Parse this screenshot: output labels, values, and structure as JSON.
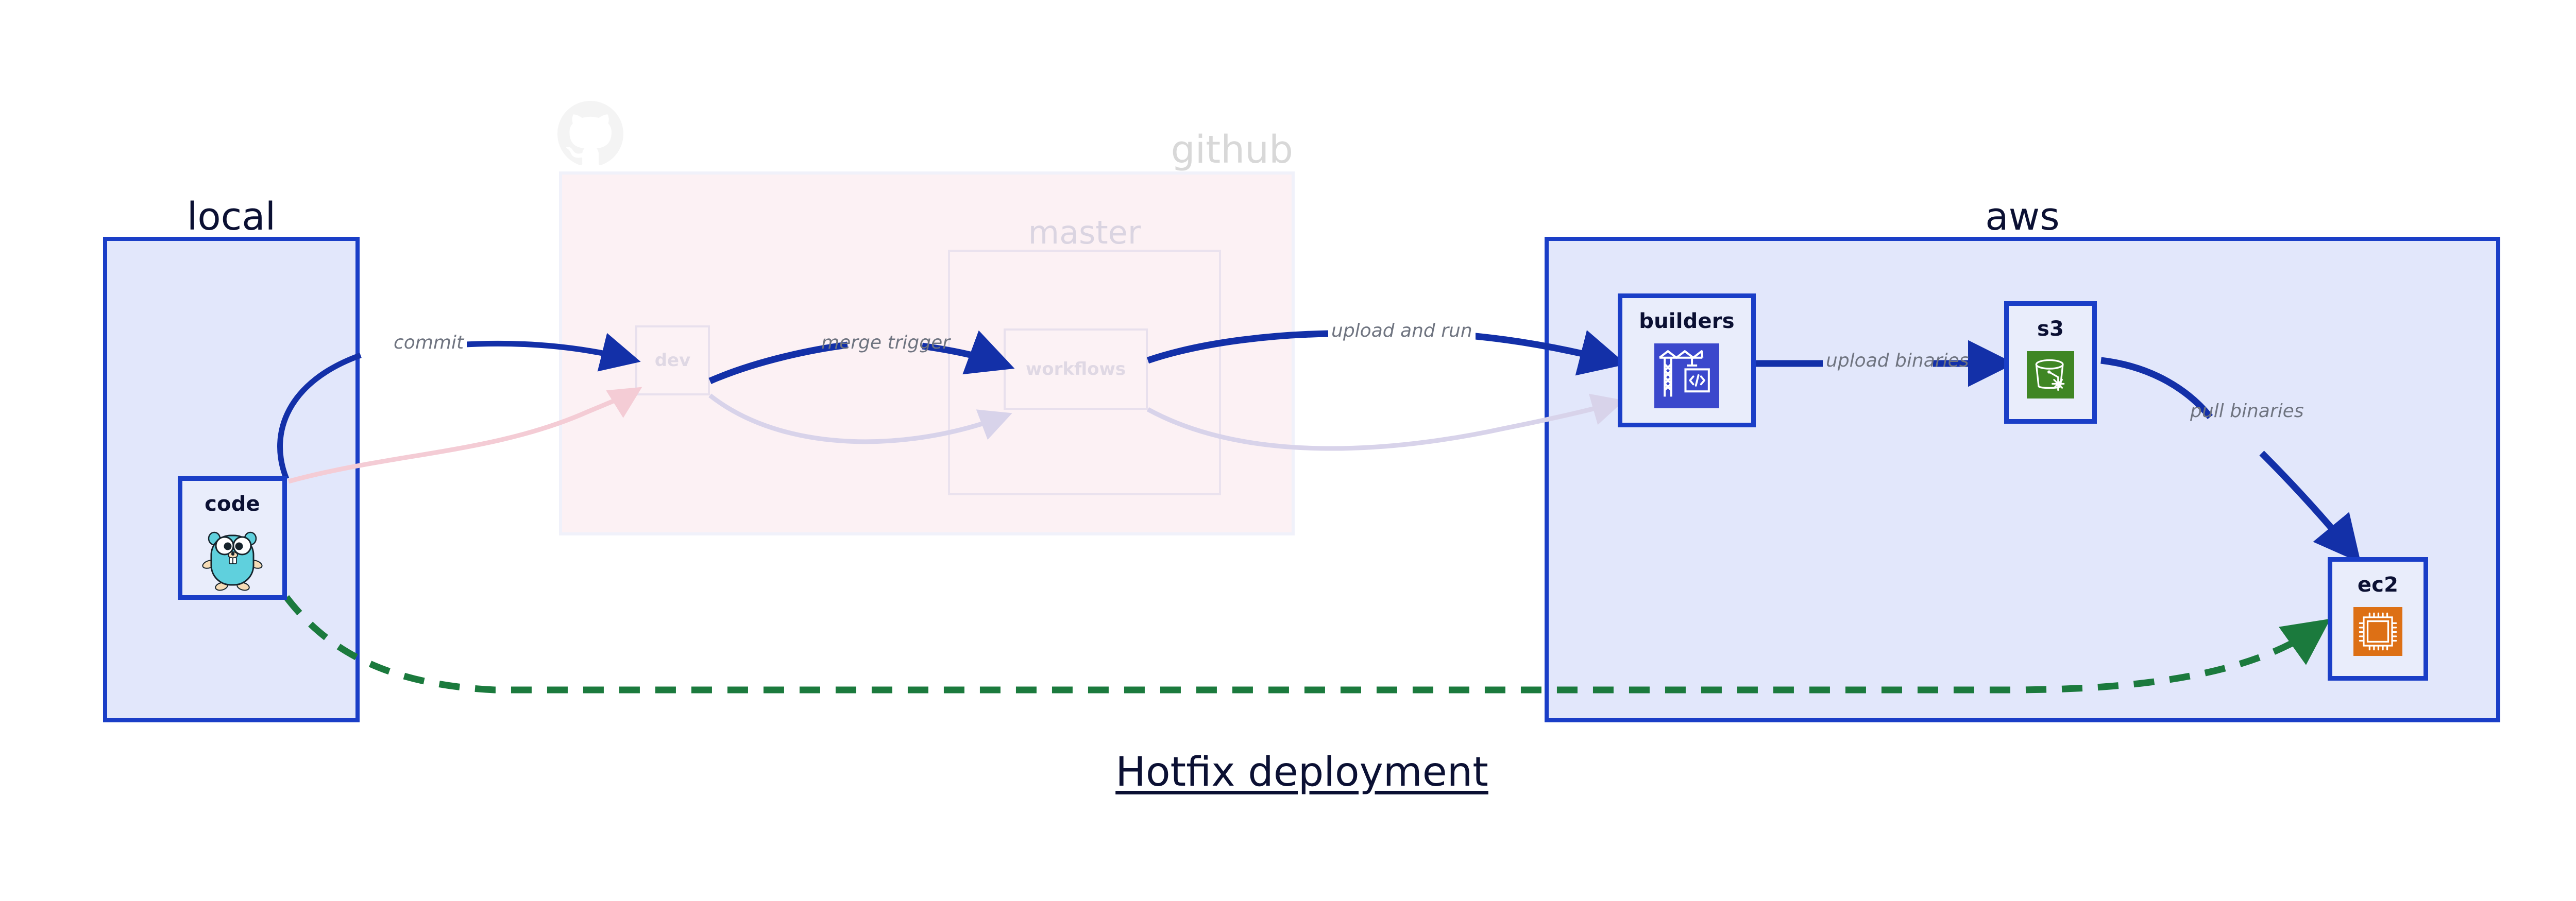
{
  "diagram": {
    "title": "Hotfix deployment",
    "colors": {
      "zone_border_blue": "#1a3ec7",
      "zone_fill_blue": "#e2e7fb",
      "zone_fill_pink": "#fae2e8",
      "edge_blue": "#1330a8",
      "edge_green": "#1b7a3d",
      "edge_label_gray": "#6f7480",
      "node_fill": "#e9edfb",
      "title_ink": "#0b1033",
      "aws_builders_icon_bg": "#3b48cc",
      "aws_s3_icon_bg": "#3f8624",
      "aws_ec2_icon_bg": "#dd7015",
      "gopher_body": "#5fd0dd"
    },
    "zones": [
      {
        "id": "local",
        "label": "local",
        "style": "solid"
      },
      {
        "id": "github",
        "label": "github",
        "style": "faded"
      },
      {
        "id": "aws",
        "label": "aws",
        "style": "solid"
      }
    ],
    "nodes": [
      {
        "id": "code",
        "label": "code",
        "zone": "local",
        "icon": "go-gopher-icon",
        "faded": false
      },
      {
        "id": "dev",
        "label": "dev",
        "zone": "github",
        "icon": "none",
        "faded": true
      },
      {
        "id": "workflows",
        "label": "workflows",
        "zone": "github",
        "icon": "none",
        "faded": true
      },
      {
        "id": "builders",
        "label": "builders",
        "zone": "aws",
        "icon": "aws-codebuild-icon",
        "faded": false
      },
      {
        "id": "s3",
        "label": "s3",
        "zone": "aws",
        "icon": "aws-s3-bucket-icon",
        "faded": false
      },
      {
        "id": "ec2",
        "label": "ec2",
        "zone": "aws",
        "icon": "aws-ec2-chip-icon",
        "faded": false
      }
    ],
    "groups": [
      {
        "id": "master",
        "label": "master",
        "zone": "github",
        "faded": true
      }
    ],
    "edges": [
      {
        "id": "commit",
        "from": "code",
        "to": "dev",
        "label": "commit",
        "style": "solid",
        "color": "blue",
        "faded": false
      },
      {
        "id": "merge-trigger",
        "from": "dev",
        "to": "workflows",
        "label": "merge trigger",
        "style": "solid",
        "color": "blue",
        "faded": false
      },
      {
        "id": "upload-and-run",
        "from": "workflows",
        "to": "builders",
        "label": "upload and run",
        "style": "solid",
        "color": "blue",
        "faded": false
      },
      {
        "id": "upload-binaries",
        "from": "builders",
        "to": "s3",
        "label": "upload binaries",
        "style": "solid",
        "color": "blue",
        "faded": false
      },
      {
        "id": "pull-binaries",
        "from": "s3",
        "to": "ec2",
        "label": "pull binaries",
        "style": "solid",
        "color": "blue",
        "faded": false
      },
      {
        "id": "hotfix-direct",
        "from": "code",
        "to": "ec2",
        "label": "",
        "style": "dashed",
        "color": "green",
        "faded": false
      },
      {
        "id": "ghost-a",
        "from": "code",
        "to": "dev",
        "label": "",
        "style": "solid",
        "color": "pink",
        "faded": true
      },
      {
        "id": "ghost-b",
        "from": "dev",
        "to": "workflows",
        "label": "",
        "style": "solid",
        "color": "lilac",
        "faded": true
      },
      {
        "id": "ghost-c",
        "from": "workflows",
        "to": "builders",
        "label": "",
        "style": "solid",
        "color": "lilac",
        "faded": true
      }
    ],
    "brand_marks": [
      {
        "id": "github-octocat",
        "name": "github-octocat-icon"
      }
    ]
  }
}
